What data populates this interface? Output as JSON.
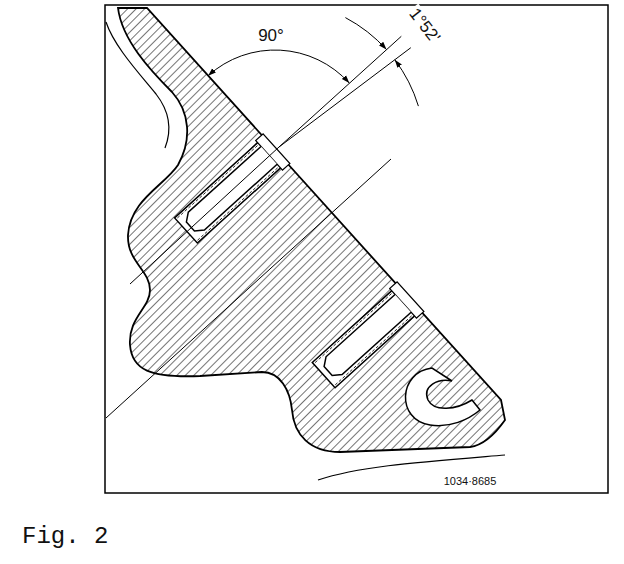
{
  "diagram": {
    "caption": "Fig. 2",
    "labels": [
      "90°",
      "1°52'",
      "1034·8685"
    ]
  }
}
